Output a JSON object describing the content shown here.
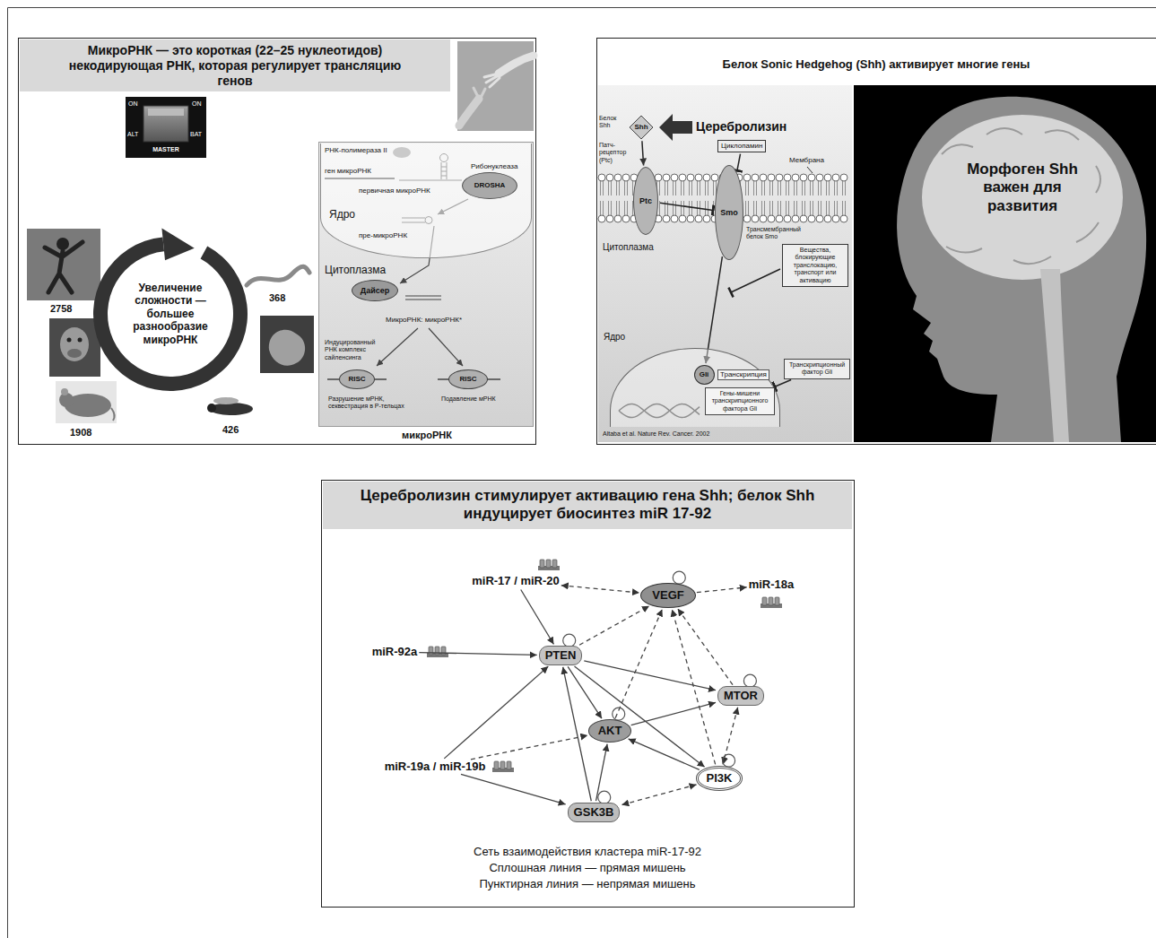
{
  "diagram": {
    "nodes": [
      {
        "text": [
          "МикроРНК — это короткая (22–25 нуклеотидов) некодирующая РНК, которая регулирует трансляцию генов"
        ]
      },
      {
        "text": [
          "микроРНК"
        ]
      },
      {
        "text": [
          "Ядро"
        ],
        "in": 1
      },
      {
        "text": [
          "DROSHA"
        ],
        "in": 2
      },
      {
        "text": [
          "Дайсер"
        ],
        "in": 1
      },
      {
        "text": [
          "RISC"
        ],
        "in": 1
      },
      {
        "text": [
          "RISC"
        ],
        "in": 1
      },
      {
        "text": [
          "Shh"
        ]
      },
      {
        "text": [
          "Ptc"
        ]
      },
      {
        "text": [
          "Smo"
        ]
      },
      {
        "text": [
          "Циклопамин"
        ]
      },
      {
        "text": [
          "Вещества, блокирующие транслокацию, транспорт или активацию"
        ]
      },
      {
        "text": [
          "Ядро"
        ]
      },
      {
        "text": [
          "Gli"
        ],
        "in": 12
      },
      {
        "text": [
          "Гены-мишени транскрипционного фактора Gli"
        ],
        "in": 12
      },
      {
        "text": [
          "Транскрипционный фактор Gli"
        ]
      },
      {
        "text": [
          "Морфоген Shh важен для развития"
        ]
      },
      {
        "text": [
          "Церебролизин стимулирует активацию гена Shh; белок Shh индуцирует биосинтез miR 17-92"
        ]
      },
      {
        "text": [
          "miR-17 / miR-20"
        ]
      },
      {
        "text": [
          "VEGF"
        ]
      },
      {
        "text": [
          "miR-18a"
        ]
      },
      {
        "text": [
          "miR-92a"
        ]
      },
      {
        "text": [
          "PTEN"
        ]
      },
      {
        "text": [
          "MTOR"
        ]
      },
      {
        "text": [
          "AKT"
        ]
      },
      {
        "text": [
          "PI3K"
        ]
      },
      {
        "text": [
          "miR-19a / miR-19b"
        ]
      },
      {
        "text": [
          "GSK3B"
        ]
      }
    ],
    "edges": [
      {
        "from": 7,
        "to": 8,
        "arrow": "to"
      },
      {
        "from": 8,
        "to": 9,
        "arrow": "none"
      },
      {
        "from": 10,
        "to": 9,
        "arrow": "none"
      },
      {
        "from": 9,
        "to": 13,
        "arrow": "to"
      },
      {
        "from": 15,
        "to": 14,
        "arrow": "none"
      },
      {
        "from": 18,
        "to": 22,
        "arrow": "to"
      },
      {
        "from": 18,
        "to": 19,
        "arrow": "both"
      },
      {
        "from": 19,
        "to": 20,
        "arrow": "to"
      },
      {
        "from": 21,
        "to": 22,
        "arrow": "to"
      },
      {
        "from": 22,
        "to": 19,
        "arrow": "to"
      },
      {
        "from": 22,
        "to": 23,
        "arrow": "to"
      },
      {
        "from": 22,
        "to": 24,
        "arrow": "to"
      },
      {
        "from": 24,
        "to": 19,
        "arrow": "to"
      },
      {
        "from": 23,
        "to": 19,
        "arrow": "to"
      },
      {
        "from": 25,
        "to": 19,
        "arrow": "to"
      },
      {
        "from": 24,
        "to": 23,
        "arrow": "to"
      },
      {
        "from": 25,
        "to": 24,
        "arrow": "to"
      },
      {
        "from": 23,
        "to": 25,
        "arrow": "both"
      },
      {
        "from": 27,
        "to": 24,
        "arrow": "to"
      },
      {
        "from": 27,
        "to": 22,
        "arrow": "to"
      },
      {
        "from": 25,
        "to": 27,
        "arrow": "both"
      },
      {
        "from": 26,
        "to": 22,
        "arrow": "to"
      },
      {
        "from": 26,
        "to": 24,
        "arrow": "to"
      },
      {
        "from": 26,
        "to": 27,
        "arrow": "to"
      },
      {
        "from": 22,
        "to": 25,
        "arrow": "to"
      }
    ],
    "labels": [
      "ON",
      "ALT",
      "ON",
      "BAT",
      "MASTER",
      "Увеличение сложности — большее разнообразие микроРНК",
      "2758",
      "368",
      "1908",
      "426",
      "РНК-полимераза II",
      "ген микроРНК",
      "первичная микроРНК",
      "Рибонуклеаза",
      "пре-микроРНК",
      "Цитоплазма",
      "МикроРНК: микроРНК*",
      "Индуцированный РНК комплекс сайленсинга",
      "Разрушение мРНК, секвестрация в P-тельцах",
      "Подавление мРНК",
      "Белок Sonic Hedgehog (Shh) активирует многие гены",
      "Белок Shh",
      "Церебролизин",
      "Патч-рецептор (Ptc)",
      "Мембрана",
      "Трансмембранный белок Smo",
      "Цитоплазма",
      "Транскрипция",
      "Altaba et al. Nature Rev. Cancer. 2002",
      "Сеть взаимодействия кластера miR-17-92",
      "Сплошная линия — прямая мишень",
      "Пунктирная линия — непрямая мишень"
    ]
  }
}
